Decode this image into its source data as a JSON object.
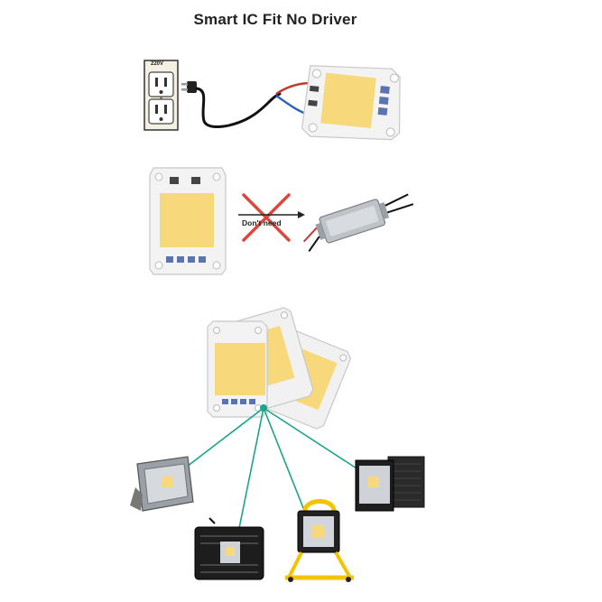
{
  "title": "Smart IC Fit No Driver",
  "outlet_label": "220V",
  "no_need_label": "Don't need",
  "colors": {
    "chip_yellow": "#f7d87a",
    "board_white": "#f2f2f2",
    "cross_red": "#e0453c",
    "connector_green": "#19a58a",
    "wire_red": "#c0392b",
    "wire_blue": "#2e5fb8"
  },
  "icons": [
    "wall-outlet-icon",
    "power-plug-icon",
    "cob-led-chip-icon",
    "led-driver-icon",
    "red-cross-icon",
    "floodlight-icon",
    "work-light-icon"
  ]
}
